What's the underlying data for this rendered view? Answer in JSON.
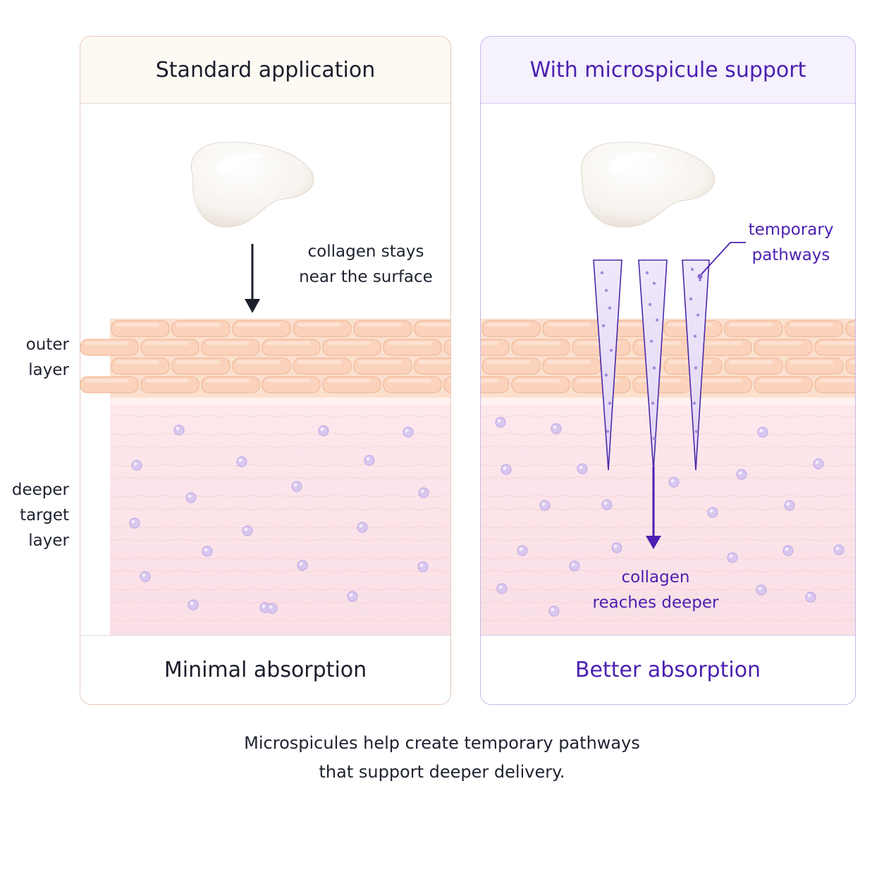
{
  "left_labels": {
    "outer_layer": [
      "outer",
      "layer"
    ],
    "deeper_layer": [
      "deeper",
      "target",
      "layer"
    ]
  },
  "standard": {
    "title": "Standard application",
    "annotation": [
      "collagen stays",
      "near the surface"
    ],
    "footer": "Minimal absorption"
  },
  "microspicule": {
    "title": "With microspicule support",
    "pathway_label": [
      "temporary",
      "pathways"
    ],
    "depth_label": [
      "collagen",
      "reaches deeper"
    ],
    "footer": "Better absorption"
  },
  "caption": [
    "Microspicules help create temporary pathways",
    "that support deeper delivery."
  ],
  "colors": {
    "accent": "#4b1fb0",
    "dark_text": "#1a1d2b",
    "outer_layer": "#f9d4bf",
    "deeper_layer": "#fbe4ea",
    "particle": "#d7c6ee"
  }
}
